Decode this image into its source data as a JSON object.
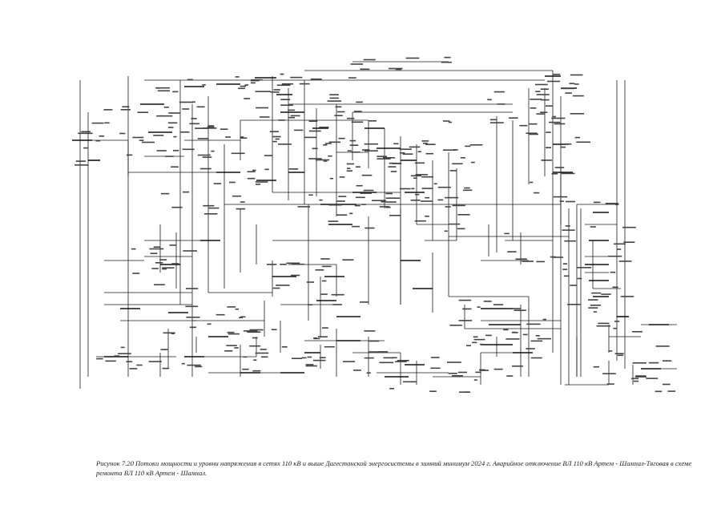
{
  "document": {
    "type": "power-grid-schematic",
    "caption": {
      "line1": "Рисунок 7.20 Потоки мощности и уровни напряжения в сетях 110 кВ и выше Дагестанской энергосистемы в зимний минимум 2024 г. Аварийное отключение ВЛ 110 кВ Артем - Шамхал-Тяговая в схеме",
      "line2": "ремонта  ВЛ 110 кВ Артем - Шамхал."
    },
    "colors": {
      "background": "#ffffff",
      "line": "#1a1a1a",
      "text": "#222222"
    }
  }
}
